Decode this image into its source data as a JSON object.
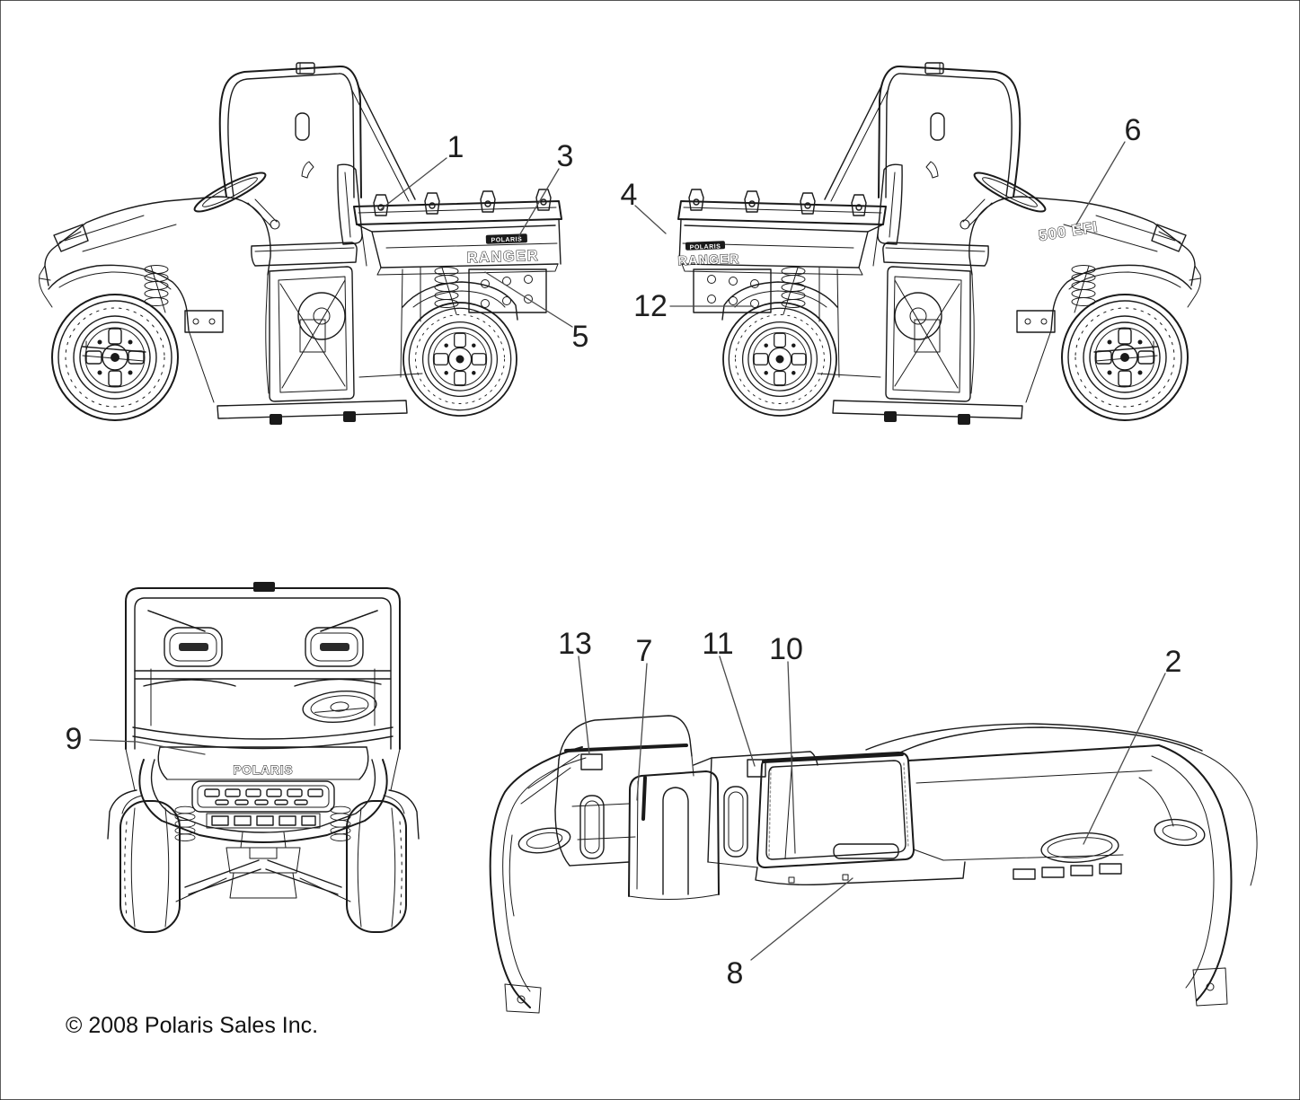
{
  "page": {
    "copyright": "© 2008 Polaris Sales Inc."
  },
  "decals": {
    "brand": "POLARIS",
    "model": "RANGER",
    "engine": "500 EFI",
    "front_brand": "POLARIS"
  },
  "callouts": [
    {
      "ref": "1"
    },
    {
      "ref": "3"
    },
    {
      "ref": "5"
    },
    {
      "ref": "4"
    },
    {
      "ref": "6"
    },
    {
      "ref": "12"
    },
    {
      "ref": "9"
    },
    {
      "ref": "13"
    },
    {
      "ref": "7"
    },
    {
      "ref": "11"
    },
    {
      "ref": "10"
    },
    {
      "ref": "2"
    },
    {
      "ref": "8"
    }
  ],
  "colors": {
    "line": "#1a1a1a",
    "leader": "#4a4a4a",
    "background": "#ffffff"
  }
}
